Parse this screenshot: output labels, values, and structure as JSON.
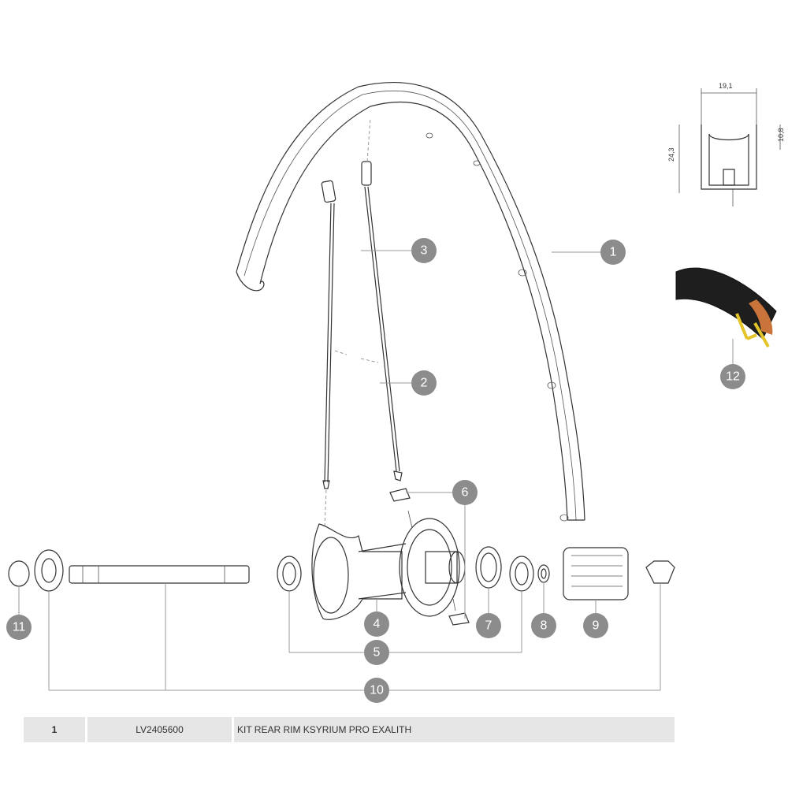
{
  "callouts": [
    "1",
    "2",
    "3",
    "4",
    "5",
    "6",
    "7",
    "8",
    "9",
    "10",
    "11",
    "12"
  ],
  "dimensions": {
    "width": "19,1",
    "height": "24,3",
    "inner_depth": "10,8"
  },
  "table": {
    "row": {
      "item": "1",
      "reference": "LV2405600",
      "description": "KIT REAR RIM KSYRIUM PRO EXALITH"
    }
  }
}
